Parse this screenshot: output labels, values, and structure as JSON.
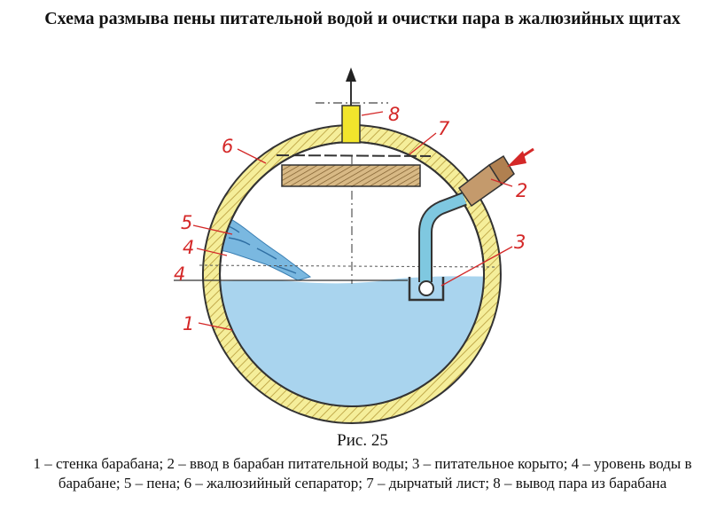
{
  "title": "Схема размыва пены питательной водой и очистки пара в жалюзийных щитах",
  "figure_caption": "Рис. 25",
  "legend_text": "1 – стенка барабана; 2 – ввод в барабан питательной воды; 3 – питательное корыто; 4 – уровень воды в барабане; 5 – пена; 6 – жалюзийный сепаратор; 7 – дырчатый лист; 8 – вывод пара из барабана",
  "labels": {
    "n1": "1",
    "n2": "2",
    "n3": "3",
    "n4": "4",
    "n5": "5",
    "n6": "6",
    "n7": "7",
    "n8": "8"
  },
  "colors": {
    "water": "#a9d4ee",
    "wall": "#f5ee9a",
    "separator": "#c9a56b",
    "label_red": "#d42828",
    "steam_outlet": "#f2e52c",
    "feed_pipe": "#7fc8e0",
    "inlet": "#c49a6c"
  }
}
